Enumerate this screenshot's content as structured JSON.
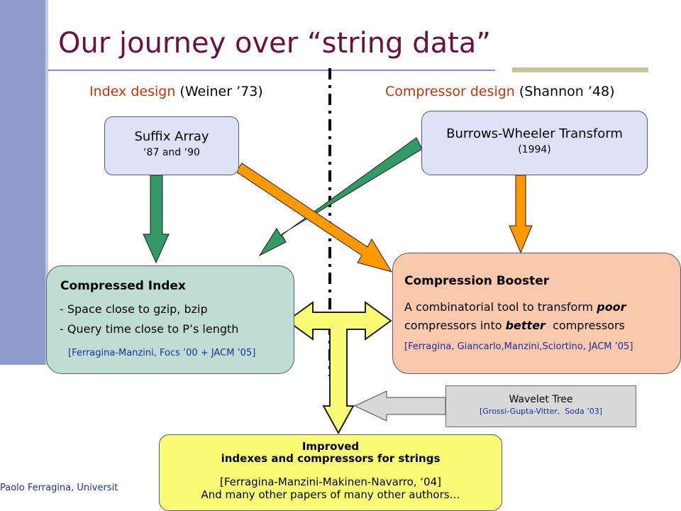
{
  "title": "Our journey over “string data”",
  "headers": {
    "left": {
      "accent": "Index design",
      "rest": " (Weiner ’73)"
    },
    "right": {
      "accent": "Compressor design",
      "rest": " (Shannon ’48)"
    }
  },
  "suffix_array": {
    "title": "Suffix Array",
    "subtitle": "‘87 and ‘90"
  },
  "bwt": {
    "title": "Burrows-Wheeler Transform",
    "subtitle": "(1994)"
  },
  "compressed_index": {
    "title": "Compressed Index",
    "line1": "- Space close to gzip, bzip",
    "line2": "- Query time close to P’s length",
    "ref": "[Ferragina-Manzini, Focs ’00 + JACM ’05]"
  },
  "compression_booster": {
    "title": "Compression Booster",
    "line1_a": "A combinatorial tool to transform ",
    "line1_b": "poor",
    "line2_a": "compressors into ",
    "line2_b": "better",
    "line2_c": "  compressors",
    "ref": "[Ferragina, Giancarlo,Manzini,Sciortino, JACM ’05]"
  },
  "wavelet_tree": {
    "title": "Wavelet Tree",
    "ref": "[Grossi-Gupta-Vitter,  Soda ’03]"
  },
  "improved": {
    "line1": "Improved",
    "line2": "indexes and compressors for strings",
    "ref": "[Ferragina-Manzini-Makinen-Navarro, ‘04]",
    "more": "And many other papers of many other authors…"
  },
  "footer": "Paolo Ferragina, Universit",
  "colors": {
    "title": "#6a1140",
    "accent_header": "#cc3300",
    "green_arrow": "#339966",
    "orange_arrow": "#ff9900",
    "yellow_arrow": "#fbfc75",
    "reference_text": "#1a2fa0"
  }
}
